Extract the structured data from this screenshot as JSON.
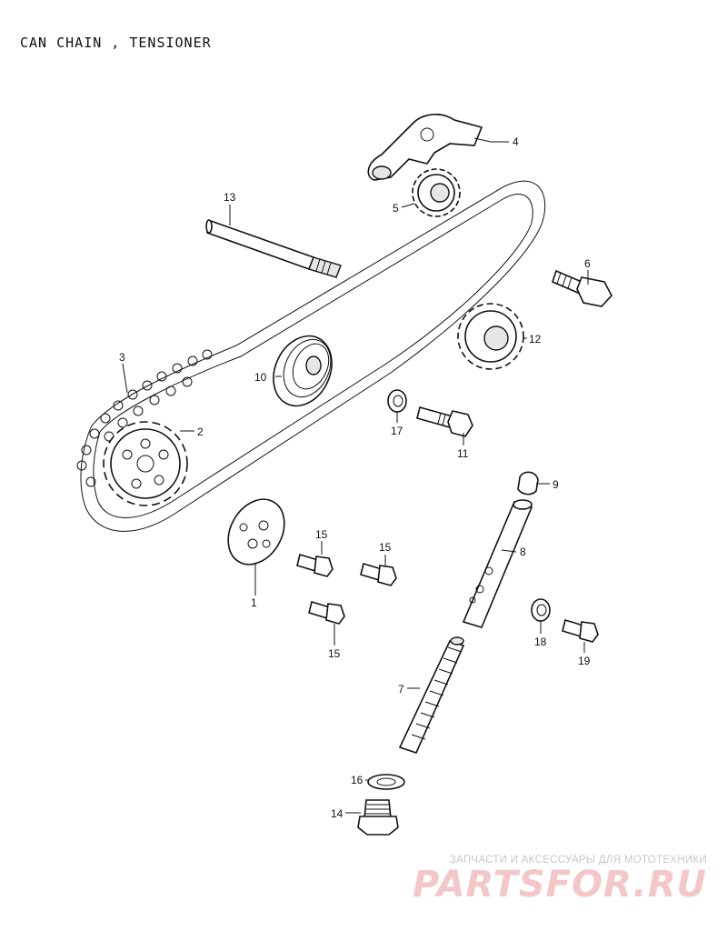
{
  "title": "CAN CHAIN , TENSIONER",
  "callouts": [
    {
      "id": "c1",
      "label": "1"
    },
    {
      "id": "c2",
      "label": "2"
    },
    {
      "id": "c3",
      "label": "3"
    },
    {
      "id": "c4",
      "label": "4"
    },
    {
      "id": "c5",
      "label": "5"
    },
    {
      "id": "c6",
      "label": "6"
    },
    {
      "id": "c7",
      "label": "7"
    },
    {
      "id": "c8",
      "label": "8"
    },
    {
      "id": "c9",
      "label": "9"
    },
    {
      "id": "c10",
      "label": "10"
    },
    {
      "id": "c11",
      "label": "11"
    },
    {
      "id": "c12",
      "label": "12"
    },
    {
      "id": "c13",
      "label": "13"
    },
    {
      "id": "c14",
      "label": "14"
    },
    {
      "id": "c15a",
      "label": "15"
    },
    {
      "id": "c15b",
      "label": "15"
    },
    {
      "id": "c15c",
      "label": "15"
    },
    {
      "id": "c16",
      "label": "16"
    },
    {
      "id": "c17",
      "label": "17"
    },
    {
      "id": "c18",
      "label": "18"
    },
    {
      "id": "c19",
      "label": "19"
    }
  ],
  "watermark": {
    "tagline": "ЗАПЧАСТИ И АКСЕССУАРЫ ДЛЯ МОТОТЕХНИКИ",
    "logo": "PARTSFOR.RU"
  }
}
